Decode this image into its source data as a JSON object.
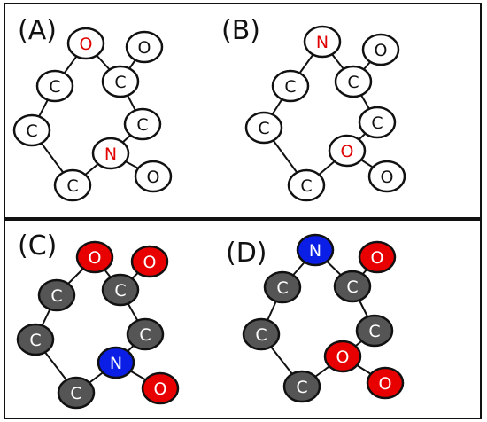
{
  "panels": [
    {
      "label": "(A)",
      "style": "outline",
      "atoms": [
        {
          "id": "o1",
          "el": "O",
          "fill": "#ffffff",
          "text_color": "#e00000"
        },
        {
          "id": "o2",
          "el": "O",
          "fill": "#ffffff",
          "text_color": "#111111"
        },
        {
          "id": "c1",
          "el": "C",
          "fill": "#ffffff",
          "text_color": "#111111"
        },
        {
          "id": "c2",
          "el": "C",
          "fill": "#ffffff",
          "text_color": "#111111"
        },
        {
          "id": "c3",
          "el": "C",
          "fill": "#ffffff",
          "text_color": "#111111"
        },
        {
          "id": "c4",
          "el": "C",
          "fill": "#ffffff",
          "text_color": "#111111"
        },
        {
          "id": "n1",
          "el": "N",
          "fill": "#ffffff",
          "text_color": "#e00000"
        },
        {
          "id": "c5",
          "el": "C",
          "fill": "#ffffff",
          "text_color": "#111111"
        },
        {
          "id": "o3",
          "el": "O",
          "fill": "#ffffff",
          "text_color": "#111111"
        }
      ],
      "bonds": [
        [
          "o1",
          "c1"
        ],
        [
          "o1",
          "c2"
        ],
        [
          "c2",
          "o2"
        ],
        [
          "c1",
          "c3"
        ],
        [
          "c2",
          "c4"
        ],
        [
          "c4",
          "n1"
        ],
        [
          "c3",
          "c5"
        ],
        [
          "n1",
          "c5"
        ],
        [
          "n1",
          "o3"
        ]
      ]
    },
    {
      "label": "(B)",
      "style": "outline",
      "atoms": [
        {
          "id": "n1",
          "el": "N",
          "fill": "#ffffff",
          "text_color": "#e00000"
        },
        {
          "id": "o2",
          "el": "O",
          "fill": "#ffffff",
          "text_color": "#111111"
        },
        {
          "id": "c1",
          "el": "C",
          "fill": "#ffffff",
          "text_color": "#111111"
        },
        {
          "id": "c2",
          "el": "C",
          "fill": "#ffffff",
          "text_color": "#111111"
        },
        {
          "id": "c3",
          "el": "C",
          "fill": "#ffffff",
          "text_color": "#111111"
        },
        {
          "id": "c4",
          "el": "C",
          "fill": "#ffffff",
          "text_color": "#111111"
        },
        {
          "id": "o1",
          "el": "O",
          "fill": "#ffffff",
          "text_color": "#e00000"
        },
        {
          "id": "c5",
          "el": "C",
          "fill": "#ffffff",
          "text_color": "#111111"
        },
        {
          "id": "o3",
          "el": "O",
          "fill": "#ffffff",
          "text_color": "#111111"
        }
      ],
      "bonds": [
        [
          "n1",
          "c1"
        ],
        [
          "n1",
          "c2"
        ],
        [
          "c2",
          "o2"
        ],
        [
          "c1",
          "c3"
        ],
        [
          "c2",
          "c4"
        ],
        [
          "c4",
          "o1"
        ],
        [
          "c3",
          "c5"
        ],
        [
          "o1",
          "c5"
        ],
        [
          "o1",
          "o3"
        ]
      ]
    },
    {
      "label": "(C)",
      "style": "filled",
      "atoms": [
        {
          "id": "o1",
          "el": "O",
          "fill": "#e80000",
          "text_color": "#ffffff"
        },
        {
          "id": "o2",
          "el": "O",
          "fill": "#e80000",
          "text_color": "#ffffff"
        },
        {
          "id": "c1",
          "el": "C",
          "fill": "#555555",
          "text_color": "#ffffff"
        },
        {
          "id": "c2",
          "el": "C",
          "fill": "#555555",
          "text_color": "#ffffff"
        },
        {
          "id": "c3",
          "el": "C",
          "fill": "#555555",
          "text_color": "#ffffff"
        },
        {
          "id": "c4",
          "el": "C",
          "fill": "#555555",
          "text_color": "#ffffff"
        },
        {
          "id": "n1",
          "el": "N",
          "fill": "#0a1ee6",
          "text_color": "#ffffff"
        },
        {
          "id": "c5",
          "el": "C",
          "fill": "#555555",
          "text_color": "#ffffff"
        },
        {
          "id": "o3",
          "el": "O",
          "fill": "#e80000",
          "text_color": "#ffffff"
        }
      ],
      "bonds": [
        [
          "o1",
          "c1"
        ],
        [
          "o1",
          "c2"
        ],
        [
          "c2",
          "o2"
        ],
        [
          "c1",
          "c3"
        ],
        [
          "c2",
          "c4"
        ],
        [
          "c4",
          "n1"
        ],
        [
          "c3",
          "c5"
        ],
        [
          "n1",
          "c5"
        ],
        [
          "n1",
          "o3"
        ]
      ]
    },
    {
      "label": "(D)",
      "style": "filled",
      "atoms": [
        {
          "id": "n1",
          "el": "N",
          "fill": "#0a1ee6",
          "text_color": "#ffffff"
        },
        {
          "id": "o2",
          "el": "O",
          "fill": "#e80000",
          "text_color": "#ffffff"
        },
        {
          "id": "c1",
          "el": "C",
          "fill": "#555555",
          "text_color": "#ffffff"
        },
        {
          "id": "c2",
          "el": "C",
          "fill": "#555555",
          "text_color": "#ffffff"
        },
        {
          "id": "c3",
          "el": "C",
          "fill": "#555555",
          "text_color": "#ffffff"
        },
        {
          "id": "c4",
          "el": "C",
          "fill": "#555555",
          "text_color": "#ffffff"
        },
        {
          "id": "o1",
          "el": "O",
          "fill": "#e80000",
          "text_color": "#ffffff"
        },
        {
          "id": "c5",
          "el": "C",
          "fill": "#555555",
          "text_color": "#ffffff"
        },
        {
          "id": "o3",
          "el": "O",
          "fill": "#e80000",
          "text_color": "#ffffff"
        }
      ],
      "bonds": [
        [
          "n1",
          "c1"
        ],
        [
          "n1",
          "c2"
        ],
        [
          "c2",
          "o2"
        ],
        [
          "c1",
          "c3"
        ],
        [
          "c2",
          "c4"
        ],
        [
          "c4",
          "o1"
        ],
        [
          "c3",
          "c5"
        ],
        [
          "o1",
          "c5"
        ],
        [
          "o1",
          "o3"
        ]
      ]
    }
  ]
}
